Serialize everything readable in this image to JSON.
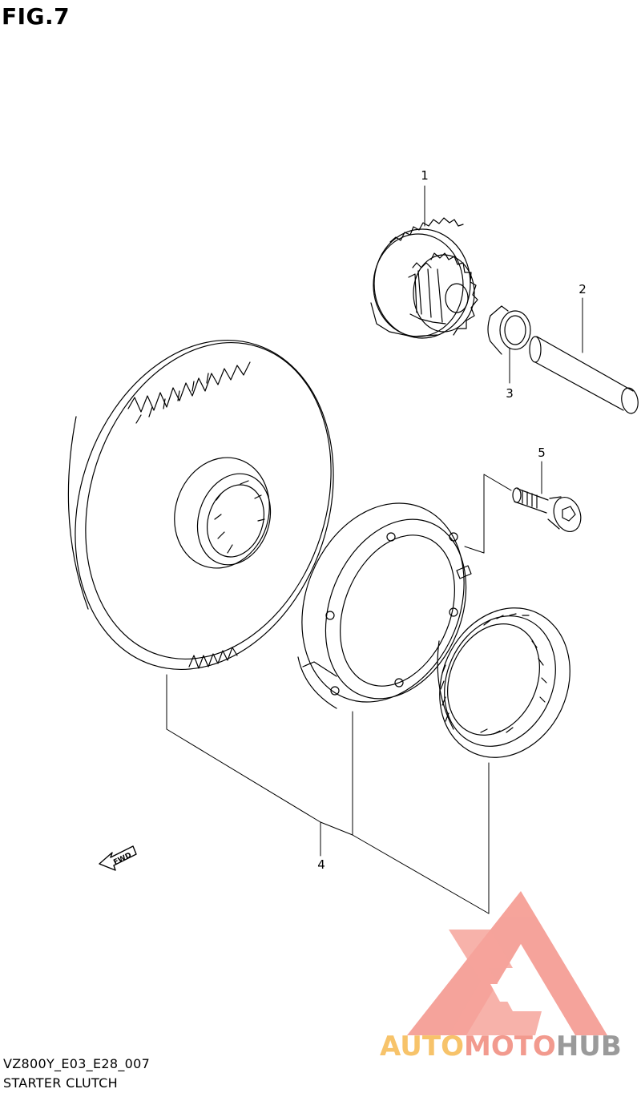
{
  "figure": {
    "title": "FIG.7"
  },
  "callouts": [
    {
      "id": "1",
      "label": "1"
    },
    {
      "id": "2",
      "label": "2"
    },
    {
      "id": "3",
      "label": "3"
    },
    {
      "id": "4",
      "label": "4"
    },
    {
      "id": "5",
      "label": "5"
    }
  ],
  "direction_marker": {
    "label": "FWD"
  },
  "footer": {
    "model_code": "VZ800Y_E03_E28_007",
    "section_name": "STARTER CLUTCH"
  },
  "watermark": {
    "parts": [
      "AUTO",
      "MOTO",
      "HUB"
    ],
    "colors": {
      "auto": "#f7c36a",
      "moto": "#f29a8e",
      "hub": "#9a9a9a",
      "logo": "#f4948a"
    }
  }
}
